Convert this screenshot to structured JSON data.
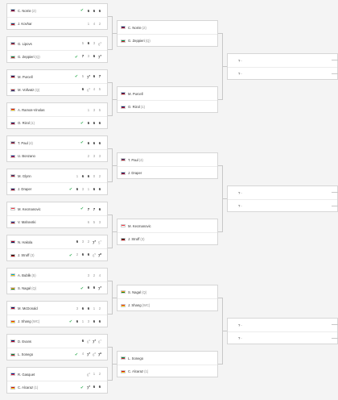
{
  "icons": {
    "check": "check-icon"
  },
  "flags": {
    "GB": {
      "c1": "#012169",
      "c2": "#c8102e"
    },
    "IT": {
      "c1": "#009246",
      "c2": "#ce2b37"
    },
    "CZ": {
      "c1": "#11457e",
      "c2": "#d7141a"
    },
    "AU": {
      "c1": "#00247d",
      "c2": "#cc0000"
    },
    "NL": {
      "c1": "#ae1c28",
      "c2": "#21468b"
    },
    "ES": {
      "c1": "#c60b1e",
      "c2": "#ffc400"
    },
    "US": {
      "c1": "#3c3b6e",
      "c2": "#b22234"
    },
    "FR": {
      "c1": "#002395",
      "c2": "#ed2939"
    },
    "SG": {
      "c1": "#ef3340",
      "c2": "#ffffff"
    },
    "RU": {
      "c1": "#0039a6",
      "c2": "#d52b1e"
    },
    "NO": {
      "c1": "#ba0c2f",
      "c2": "#00205b"
    },
    "DE": {
      "c1": "#000000",
      "c2": "#dd0000"
    },
    "KZ": {
      "c1": "#00afca",
      "c2": "#fec50c"
    },
    "IN": {
      "c1": "#ff9933",
      "c2": "#138808"
    },
    "CN": {
      "c1": "#de2910",
      "c2": "#ffde00"
    },
    "BR": {
      "c1": "#009b3a",
      "c2": "#fedf00"
    },
    "NONE": {
      "c1": "transparent",
      "c2": "transparent"
    }
  },
  "round1": [
    {
      "top": {
        "flag": "GB",
        "name": "C. Norrie",
        "seed": "(2)",
        "won": true,
        "scores": [
          {
            "v": "6",
            "w": true
          },
          {
            "v": "6",
            "w": true
          },
          {
            "v": "6",
            "w": true
          }
        ]
      },
      "bot": {
        "flag": "CZ",
        "name": "J. Kovhar",
        "seed": "",
        "won": false,
        "scores": [
          {
            "v": "1",
            "w": false
          },
          {
            "v": "4",
            "w": false
          },
          {
            "v": "2",
            "w": false
          }
        ]
      }
    },
    {
      "top": {
        "flag": "CZ",
        "name": "G. Lipovs",
        "seed": "",
        "won": false,
        "scores": [
          {
            "v": "5",
            "w": false
          },
          {
            "v": "6",
            "w": true
          },
          {
            "v": "3",
            "w": false
          },
          {
            "v": "6",
            "w": false,
            "sup": "4"
          }
        ]
      },
      "bot": {
        "flag": "IT",
        "name": "G. Zeppieri",
        "seed": "(Q)",
        "won": true,
        "scores": [
          {
            "v": "7",
            "w": true
          },
          {
            "v": "3",
            "w": false
          },
          {
            "v": "6",
            "w": true
          },
          {
            "v": "7",
            "w": true,
            "sup": "7"
          }
        ]
      }
    },
    {
      "top": {
        "flag": "AU",
        "name": "M. Purcell",
        "seed": "",
        "won": true,
        "scores": [
          {
            "v": "5",
            "w": false
          },
          {
            "v": "7",
            "w": true,
            "sup": "7"
          },
          {
            "v": "6",
            "w": true
          },
          {
            "v": "7",
            "w": true
          }
        ]
      },
      "bot": {
        "flag": "NL",
        "name": "M. Vollvatz",
        "seed": "(Q)",
        "won": false,
        "scores": [
          {
            "v": "6",
            "w": true
          },
          {
            "v": "6",
            "w": false,
            "sup": "3"
          },
          {
            "v": "4",
            "w": false
          },
          {
            "v": "5",
            "w": false
          }
        ]
      }
    },
    {
      "top": {
        "flag": "ES",
        "name": "A. Ramos-Vinolas",
        "seed": "",
        "won": false,
        "scores": [
          {
            "v": "1",
            "w": false
          },
          {
            "v": "3",
            "w": false
          },
          {
            "v": "5",
            "w": false
          }
        ]
      },
      "bot": {
        "flag": "GB",
        "name": "O. Rizol",
        "seed": "(1)",
        "won": true,
        "scores": [
          {
            "v": "6",
            "w": true
          },
          {
            "v": "6",
            "w": true
          },
          {
            "v": "6",
            "w": true
          }
        ]
      }
    },
    {
      "top": {
        "flag": "US",
        "name": "T. Paul",
        "seed": "(4)",
        "won": true,
        "scores": [
          {
            "v": "6",
            "w": true
          },
          {
            "v": "6",
            "w": true
          },
          {
            "v": "6",
            "w": true
          }
        ]
      },
      "bot": {
        "flag": "FR",
        "name": "U. Bonzano",
        "seed": "",
        "won": false,
        "scores": [
          {
            "v": "2",
            "w": false
          },
          {
            "v": "3",
            "w": false
          },
          {
            "v": "3",
            "w": false
          }
        ]
      }
    },
    {
      "top": {
        "flag": "US",
        "name": "M. Glynn",
        "seed": "",
        "won": false,
        "scores": [
          {
            "v": "1",
            "w": false
          },
          {
            "v": "6",
            "w": true
          },
          {
            "v": "6",
            "w": true
          },
          {
            "v": "0",
            "w": false
          },
          {
            "v": "2",
            "w": false
          }
        ]
      },
      "bot": {
        "flag": "GB",
        "name": "J. Draper",
        "seed": "",
        "won": true,
        "scores": [
          {
            "v": "6",
            "w": true
          },
          {
            "v": "3",
            "w": false
          },
          {
            "v": "1",
            "w": false
          },
          {
            "v": "6",
            "w": true
          },
          {
            "v": "6",
            "w": true
          }
        ]
      }
    },
    {
      "top": {
        "flag": "SG",
        "name": "M. Kecmanovic",
        "seed": "",
        "won": true,
        "scores": [
          {
            "v": "7",
            "w": true
          },
          {
            "v": "7",
            "w": true
          },
          {
            "v": "6",
            "w": true
          }
        ]
      },
      "bot": {
        "flag": "RU",
        "name": "V. Mahovski",
        "seed": "",
        "won": false,
        "scores": [
          {
            "v": "6",
            "w": false
          },
          {
            "v": "5",
            "w": false
          },
          {
            "v": "3",
            "w": false
          }
        ]
      }
    },
    {
      "top": {
        "flag": "NO",
        "name": "N. Hakola",
        "seed": "",
        "won": false,
        "scores": [
          {
            "v": "6",
            "w": true
          },
          {
            "v": "3",
            "w": false
          },
          {
            "v": "2",
            "w": false
          },
          {
            "v": "7",
            "w": true,
            "sup": "7"
          },
          {
            "v": "5",
            "w": false,
            "sup": "7"
          }
        ]
      },
      "bot": {
        "flag": "DE",
        "name": "J. Struff",
        "seed": "(3)",
        "won": true,
        "scores": [
          {
            "v": "2",
            "w": false
          },
          {
            "v": "6",
            "w": true
          },
          {
            "v": "6",
            "w": true
          },
          {
            "v": "6",
            "w": false,
            "sup": "5"
          },
          {
            "v": "7",
            "w": true,
            "sup": "8"
          }
        ]
      }
    },
    {
      "top": {
        "flag": "KZ",
        "name": "A. Bublik",
        "seed": "(5)",
        "won": false,
        "scores": [
          {
            "v": "3",
            "w": false
          },
          {
            "v": "2",
            "w": false
          },
          {
            "v": "4",
            "w": false
          }
        ]
      },
      "bot": {
        "flag": "IN",
        "name": "S. Nagal",
        "seed": "(Q)",
        "won": true,
        "scores": [
          {
            "v": "6",
            "w": true
          },
          {
            "v": "6",
            "w": true
          },
          {
            "v": "7",
            "w": true,
            "sup": "7"
          }
        ]
      }
    },
    {
      "top": {
        "flag": "GB",
        "name": "M. McDonald",
        "seed": "",
        "won": false,
        "scores": [
          {
            "v": "3",
            "w": false
          },
          {
            "v": "6",
            "w": true
          },
          {
            "v": "6",
            "w": true
          },
          {
            "v": "1",
            "w": false
          },
          {
            "v": "2",
            "w": false
          }
        ]
      },
      "bot": {
        "flag": "CN",
        "name": "J. Shang",
        "seed": "(WC)",
        "won": true,
        "scores": [
          {
            "v": "6",
            "w": true
          },
          {
            "v": "1",
            "w": false
          },
          {
            "v": "3",
            "w": false
          },
          {
            "v": "6",
            "w": true
          },
          {
            "v": "6",
            "w": true
          }
        ]
      }
    },
    {
      "top": {
        "flag": "GB",
        "name": "D. Evans",
        "seed": "",
        "won": false,
        "scores": [
          {
            "v": "6",
            "w": true
          },
          {
            "v": "6",
            "w": false,
            "sup": "3"
          },
          {
            "v": "7",
            "w": true,
            "sup": "7"
          },
          {
            "v": "6",
            "w": false,
            "sup": "7"
          }
        ]
      },
      "bot": {
        "flag": "IT",
        "name": "L. Sonego",
        "seed": "",
        "won": true,
        "scores": [
          {
            "v": "4",
            "w": false
          },
          {
            "v": "7",
            "w": true,
            "sup": "7"
          },
          {
            "v": "6",
            "w": false,
            "sup": "8"
          },
          {
            "v": "7",
            "w": true,
            "sup": "9"
          }
        ]
      }
    },
    {
      "top": {
        "flag": "FR",
        "name": "R. Gasquet",
        "seed": "",
        "won": false,
        "scores": [
          {
            "v": "6",
            "w": false,
            "sup": "2"
          },
          {
            "v": "1",
            "w": false
          },
          {
            "v": "2",
            "w": false
          }
        ]
      },
      "bot": {
        "flag": "ES",
        "name": "C. Alcaraz",
        "seed": "(1)",
        "won": true,
        "scores": [
          {
            "v": "7",
            "w": true,
            "sup": "7"
          },
          {
            "v": "6",
            "w": true
          },
          {
            "v": "6",
            "w": true
          }
        ]
      }
    }
  ],
  "round2": [
    {
      "top": {
        "flag": "GB",
        "name": "C. Norrie",
        "seed": "(2)"
      },
      "bot": {
        "flag": "IT",
        "name": "G. Zeppieri",
        "seed": "(Q)"
      }
    },
    {
      "top": {
        "flag": "AU",
        "name": "M. Purcell",
        "seed": ""
      },
      "bot": {
        "flag": "GB",
        "name": "O. Rizol",
        "seed": "(1)"
      }
    },
    {
      "top": {
        "flag": "US",
        "name": "T. Paul",
        "seed": "(4)"
      },
      "bot": {
        "flag": "GB",
        "name": "J. Draper",
        "seed": ""
      }
    },
    {
      "top": {
        "flag": "SG",
        "name": "M. Kecmanovic",
        "seed": ""
      },
      "bot": {
        "flag": "DE",
        "name": "J. Struff",
        "seed": "(3)"
      }
    },
    {
      "top": {
        "flag": "IN",
        "name": "S. Nagal",
        "seed": "(Q)"
      },
      "bot": {
        "flag": "CN",
        "name": "J. Shang",
        "seed": "(WC)"
      }
    },
    {
      "top": {
        "flag": "IT",
        "name": "L. Sonego",
        "seed": ""
      },
      "bot": {
        "flag": "ES",
        "name": "C. Alcaraz",
        "seed": "(1)"
      }
    }
  ],
  "round3": [
    {
      "top": {
        "flag": "NONE",
        "name": "?",
        "seed": "-"
      },
      "bot": {
        "flag": "NONE",
        "name": "?",
        "seed": "-"
      }
    },
    {
      "top": {
        "flag": "NONE",
        "name": "?",
        "seed": "-"
      },
      "bot": {
        "flag": "NONE",
        "name": "?",
        "seed": "-"
      }
    },
    {
      "top": {
        "flag": "NONE",
        "name": "?",
        "seed": "-"
      },
      "bot": {
        "flag": "NONE",
        "name": "?",
        "seed": "-"
      }
    }
  ]
}
